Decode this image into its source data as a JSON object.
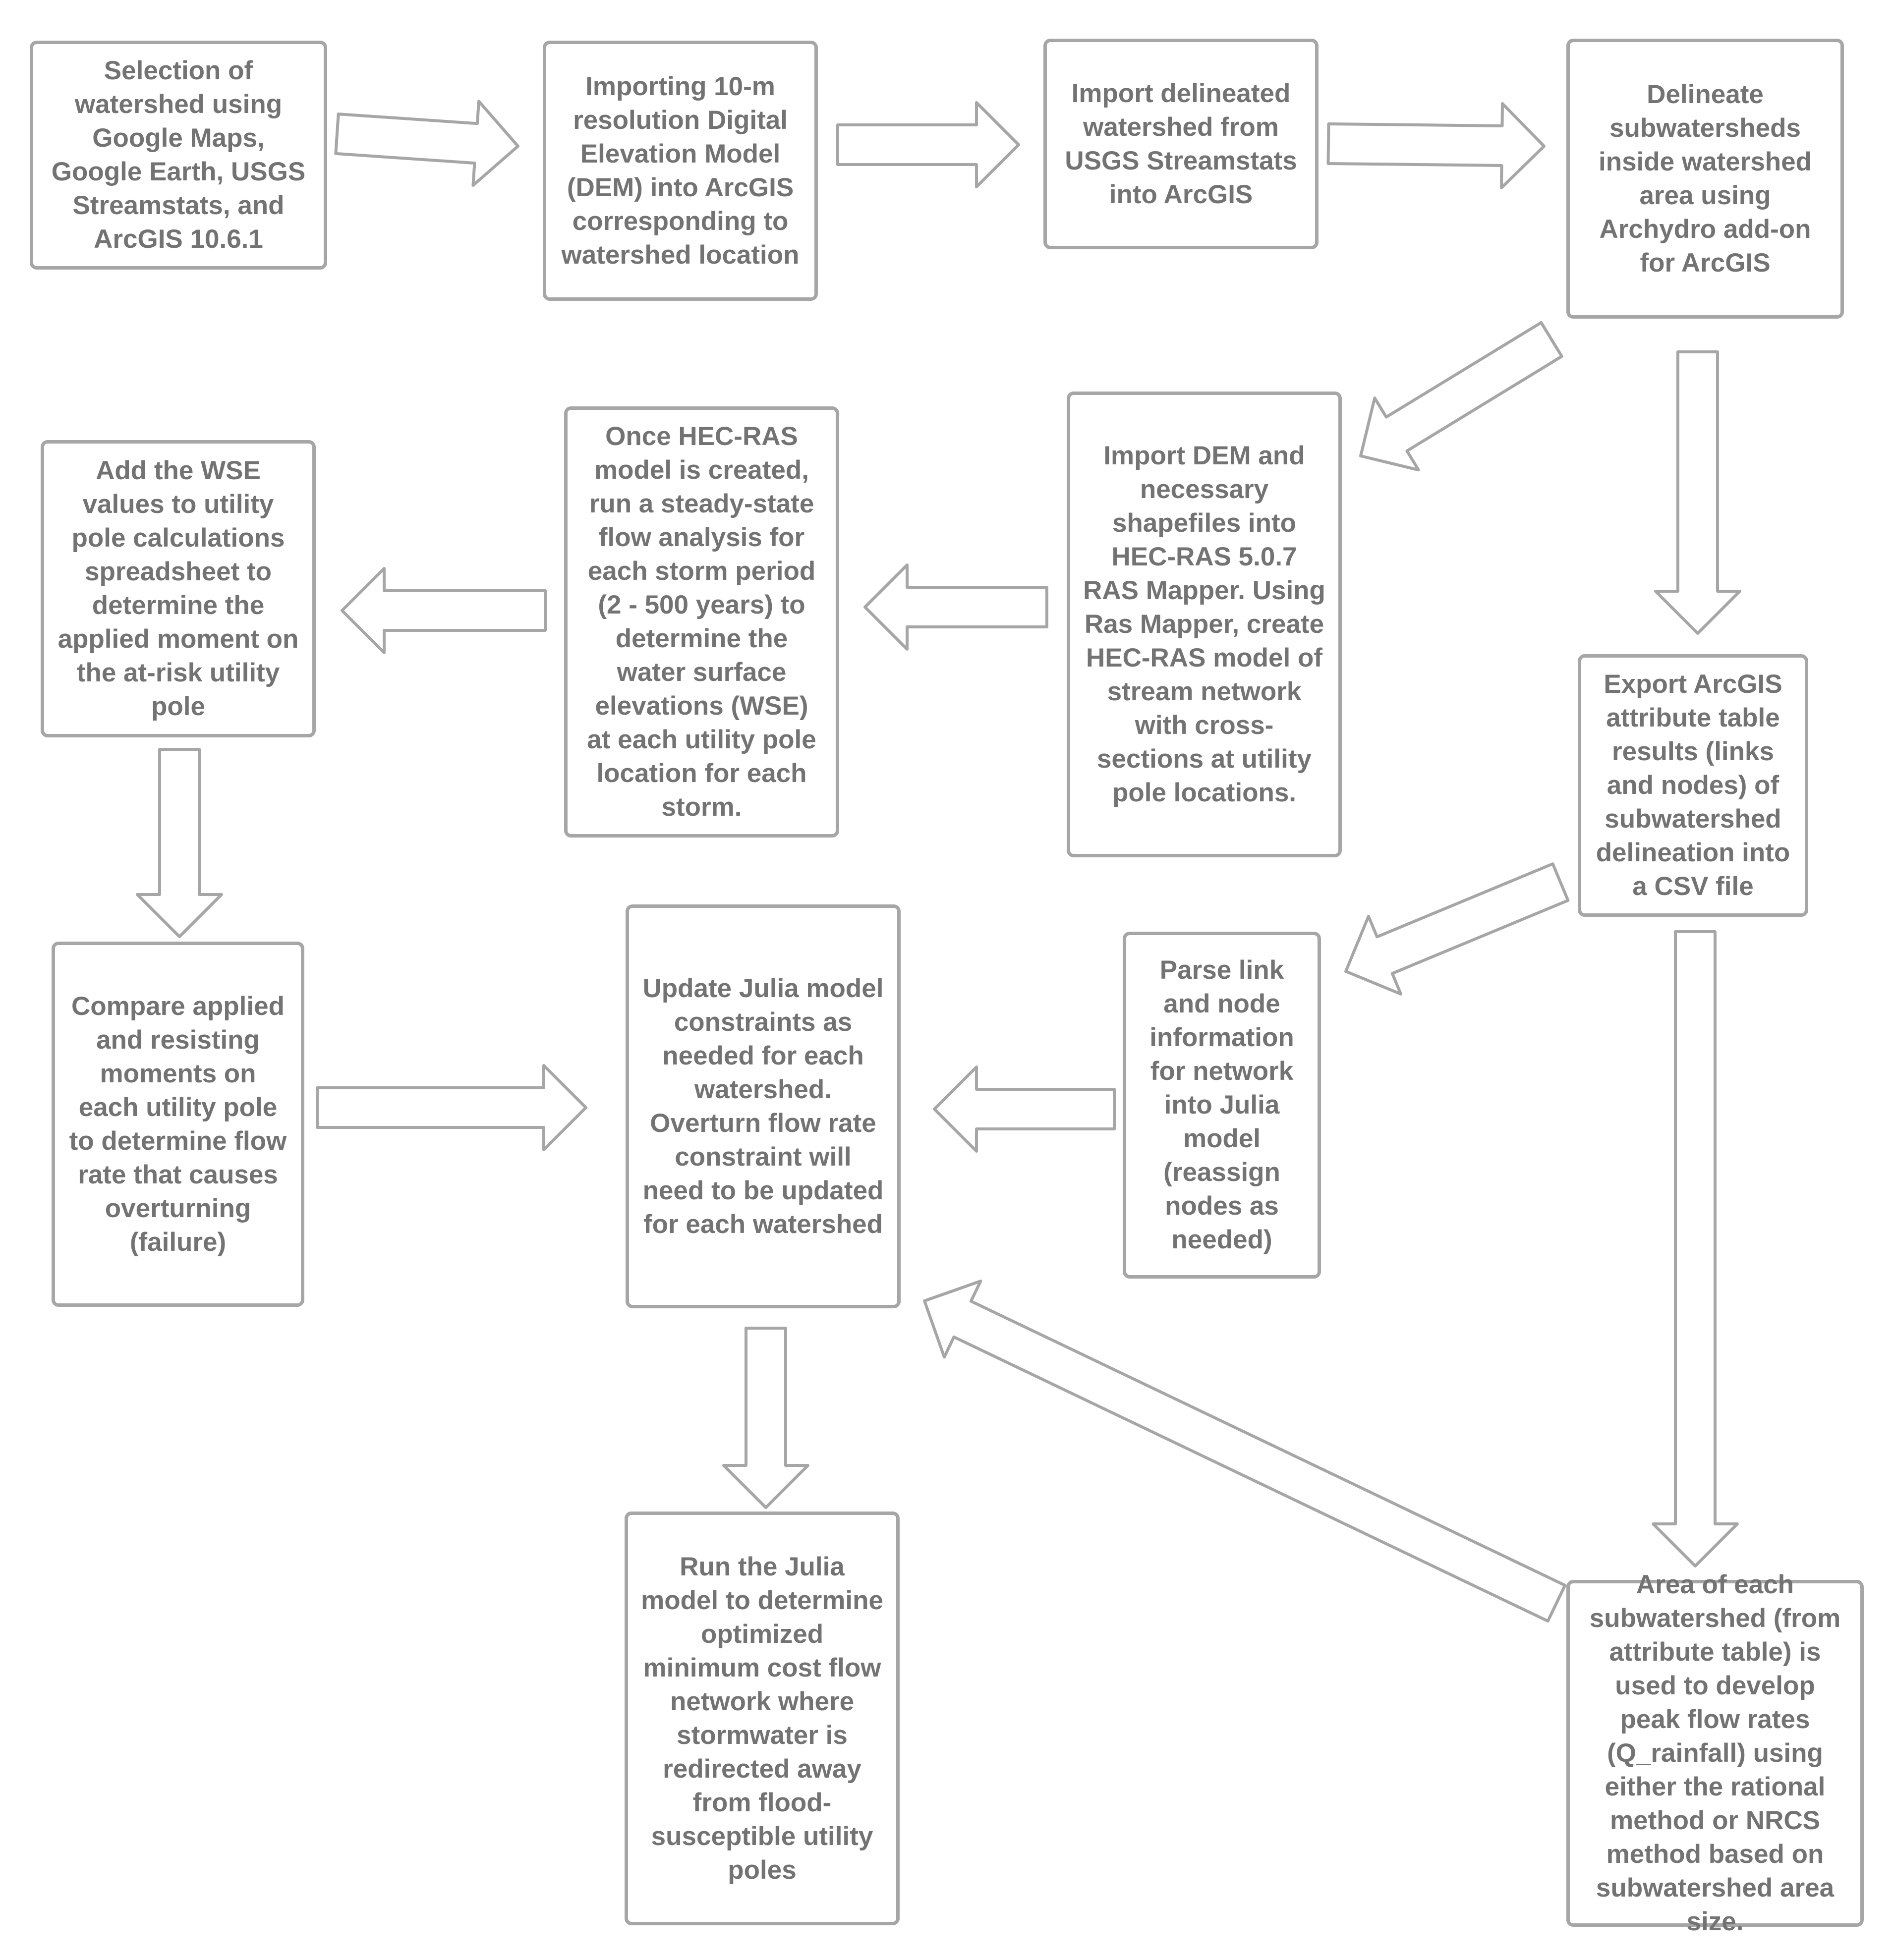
{
  "steps": {
    "s1": "Selection of watershed using Google Maps, Google Earth, USGS Streamstats, and ArcGIS 10.6.1",
    "s2": "Importing 10-m resolution Digital Elevation Model (DEM) into ArcGIS corresponding to watershed location",
    "s3": "Import delineated watershed from USGS Streamstats into ArcGIS",
    "s4": "Delineate subwatersheds inside watershed area using Archydro add-on for ArcGIS",
    "s5": "Import DEM and necessary shapefiles into HEC-RAS 5.0.7 RAS Mapper. Using Ras Mapper, create HEC-RAS model of stream network with cross-sections at utility pole locations.",
    "s6": "Once HEC-RAS model is created, run a steady-state flow analysis for each storm period (2 - 500 years) to determine the water surface elevations (WSE) at each utility pole location for each storm.",
    "s7": "Add the WSE values to utility pole calculations spreadsheet to determine the applied moment on the at-risk utility pole",
    "s8": "Export ArcGIS attribute table results (links and nodes) of subwatershed delineation into a CSV file",
    "s9": "Parse link and node information for network into Julia model (reassign nodes as needed)",
    "s10": "Update Julia model constraints as needed for each watershed. Overturn flow rate constraint will need to be updated for each watershed",
    "s11": "Compare applied and resisting moments on each utility pole to determine flow rate that causes overturning (failure)",
    "s12": "Run the Julia model to determine optimized minimum cost flow network where stormwater is redirected away from flood-susceptible utility poles",
    "s13": "Area of each subwatershed (from attribute table) is used to develop peak flow rates (Q_rainfall) using either the rational method or NRCS method based on subwatershed area size."
  },
  "connections": [
    {
      "from": "s1",
      "to": "s2"
    },
    {
      "from": "s2",
      "to": "s3"
    },
    {
      "from": "s3",
      "to": "s4"
    },
    {
      "from": "s4",
      "to": "s5"
    },
    {
      "from": "s4",
      "to": "s8"
    },
    {
      "from": "s5",
      "to": "s6"
    },
    {
      "from": "s6",
      "to": "s7"
    },
    {
      "from": "s7",
      "to": "s11"
    },
    {
      "from": "s8",
      "to": "s9"
    },
    {
      "from": "s8",
      "to": "s13"
    },
    {
      "from": "s9",
      "to": "s10"
    },
    {
      "from": "s11",
      "to": "s10"
    },
    {
      "from": "s10",
      "to": "s12"
    },
    {
      "from": "s13",
      "to": "s10"
    }
  ],
  "colors": {
    "border": "#a6a6a6",
    "text": "#737373",
    "background": "#ffffff"
  }
}
